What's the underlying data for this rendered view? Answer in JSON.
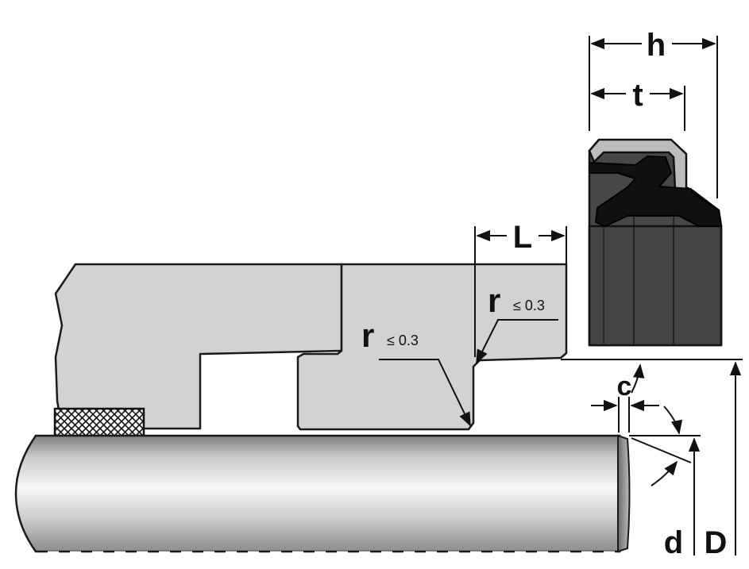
{
  "labels": {
    "h": "h",
    "t": "t",
    "L": "L",
    "r_upper": "r",
    "r_upper_value": "≤ 0.3",
    "r_lower": "r",
    "r_lower_value": "≤ 0.3",
    "c": "c",
    "d": "d",
    "D": "D"
  },
  "colors": {
    "housing": "#d2d2d2",
    "seal_body": "#3f3f3f",
    "seal_lip": "#111111",
    "rod_light": "#f2f2f2",
    "rod_dark": "#8a8a8a",
    "outline": "#1a1a1a"
  }
}
